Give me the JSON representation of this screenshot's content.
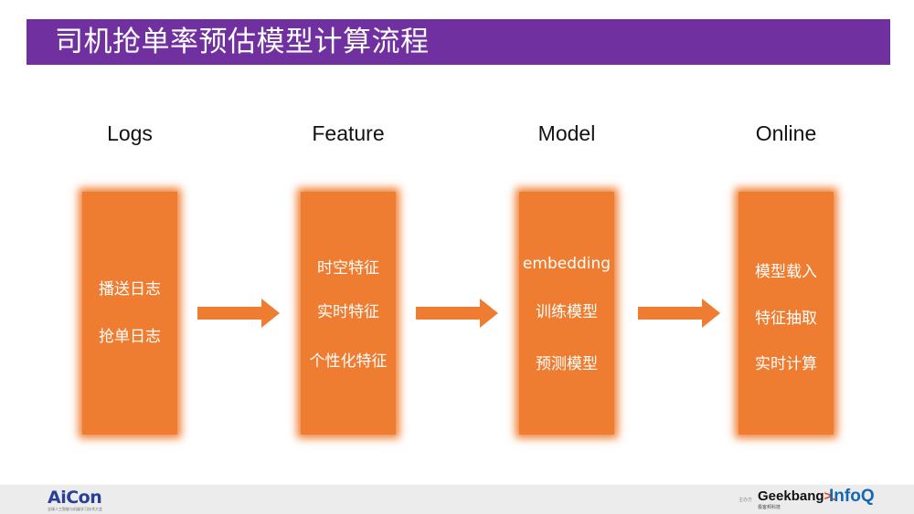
{
  "slide": {
    "title": "司机抢单率预估模型计算流程"
  },
  "stages": [
    {
      "heading": "Logs",
      "items": [
        "播送日志",
        "抢单日志"
      ]
    },
    {
      "heading": "Feature",
      "items": [
        "时空特征",
        "实时特征",
        "个性化特征"
      ]
    },
    {
      "heading": "Model",
      "items": [
        "embedding",
        "训练模型",
        "预测模型"
      ]
    },
    {
      "heading": "Online",
      "items": [
        "模型载入",
        "特征抽取",
        "实时计算"
      ]
    }
  ],
  "footer": {
    "logo": "AiCon",
    "logo_subtitle": "全球人工智能与机器学习技术大会",
    "sponsor_label": "主办方",
    "sponsor_geekbang": "Geekbang",
    "sponsor_geekbang_arrow": ">.",
    "sponsor_geekbang_sub": "极客邦科技",
    "sponsor_infoq": "InfoQ"
  },
  "colors": {
    "title_bar": "#7030a0",
    "box": "#ef7d31",
    "arrow": "#ef7d31"
  }
}
